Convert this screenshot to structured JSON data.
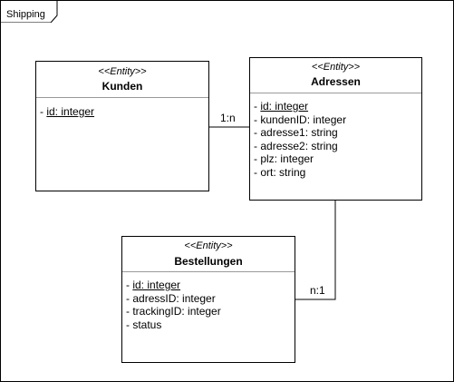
{
  "frame": {
    "label": "Shipping"
  },
  "entities": {
    "kunden": {
      "stereotype": "<<Entity>>",
      "name": "Kunden",
      "attributes": [
        {
          "prefix": "- ",
          "text": "id: integer",
          "primary_key": true
        }
      ]
    },
    "adressen": {
      "stereotype": "<<Entity>>",
      "name": "Adressen",
      "attributes": [
        {
          "prefix": "- ",
          "text": "id: integer",
          "primary_key": true
        },
        {
          "prefix": "- ",
          "text": "kundenID: integer",
          "primary_key": false
        },
        {
          "prefix": "- ",
          "text": "adresse1: string",
          "primary_key": false
        },
        {
          "prefix": "- ",
          "text": "adresse2: string",
          "primary_key": false
        },
        {
          "prefix": "- ",
          "text": "plz: integer",
          "primary_key": false
        },
        {
          "prefix": "- ",
          "text": "ort: string",
          "primary_key": false
        }
      ]
    },
    "bestellungen": {
      "stereotype": "<<Entity>>",
      "name": "Bestellungen",
      "attributes": [
        {
          "prefix": "- ",
          "text": "id: integer",
          "primary_key": true
        },
        {
          "prefix": "- ",
          "text": "adressID: integer",
          "primary_key": false
        },
        {
          "prefix": "- ",
          "text": "trackingID: integer",
          "primary_key": false
        },
        {
          "prefix": "- ",
          "text": "status",
          "primary_key": false
        }
      ]
    }
  },
  "relations": {
    "kunden_adressen": {
      "multiplicity": "1:n"
    },
    "adressen_bestellungen": {
      "multiplicity": "n:1"
    }
  }
}
